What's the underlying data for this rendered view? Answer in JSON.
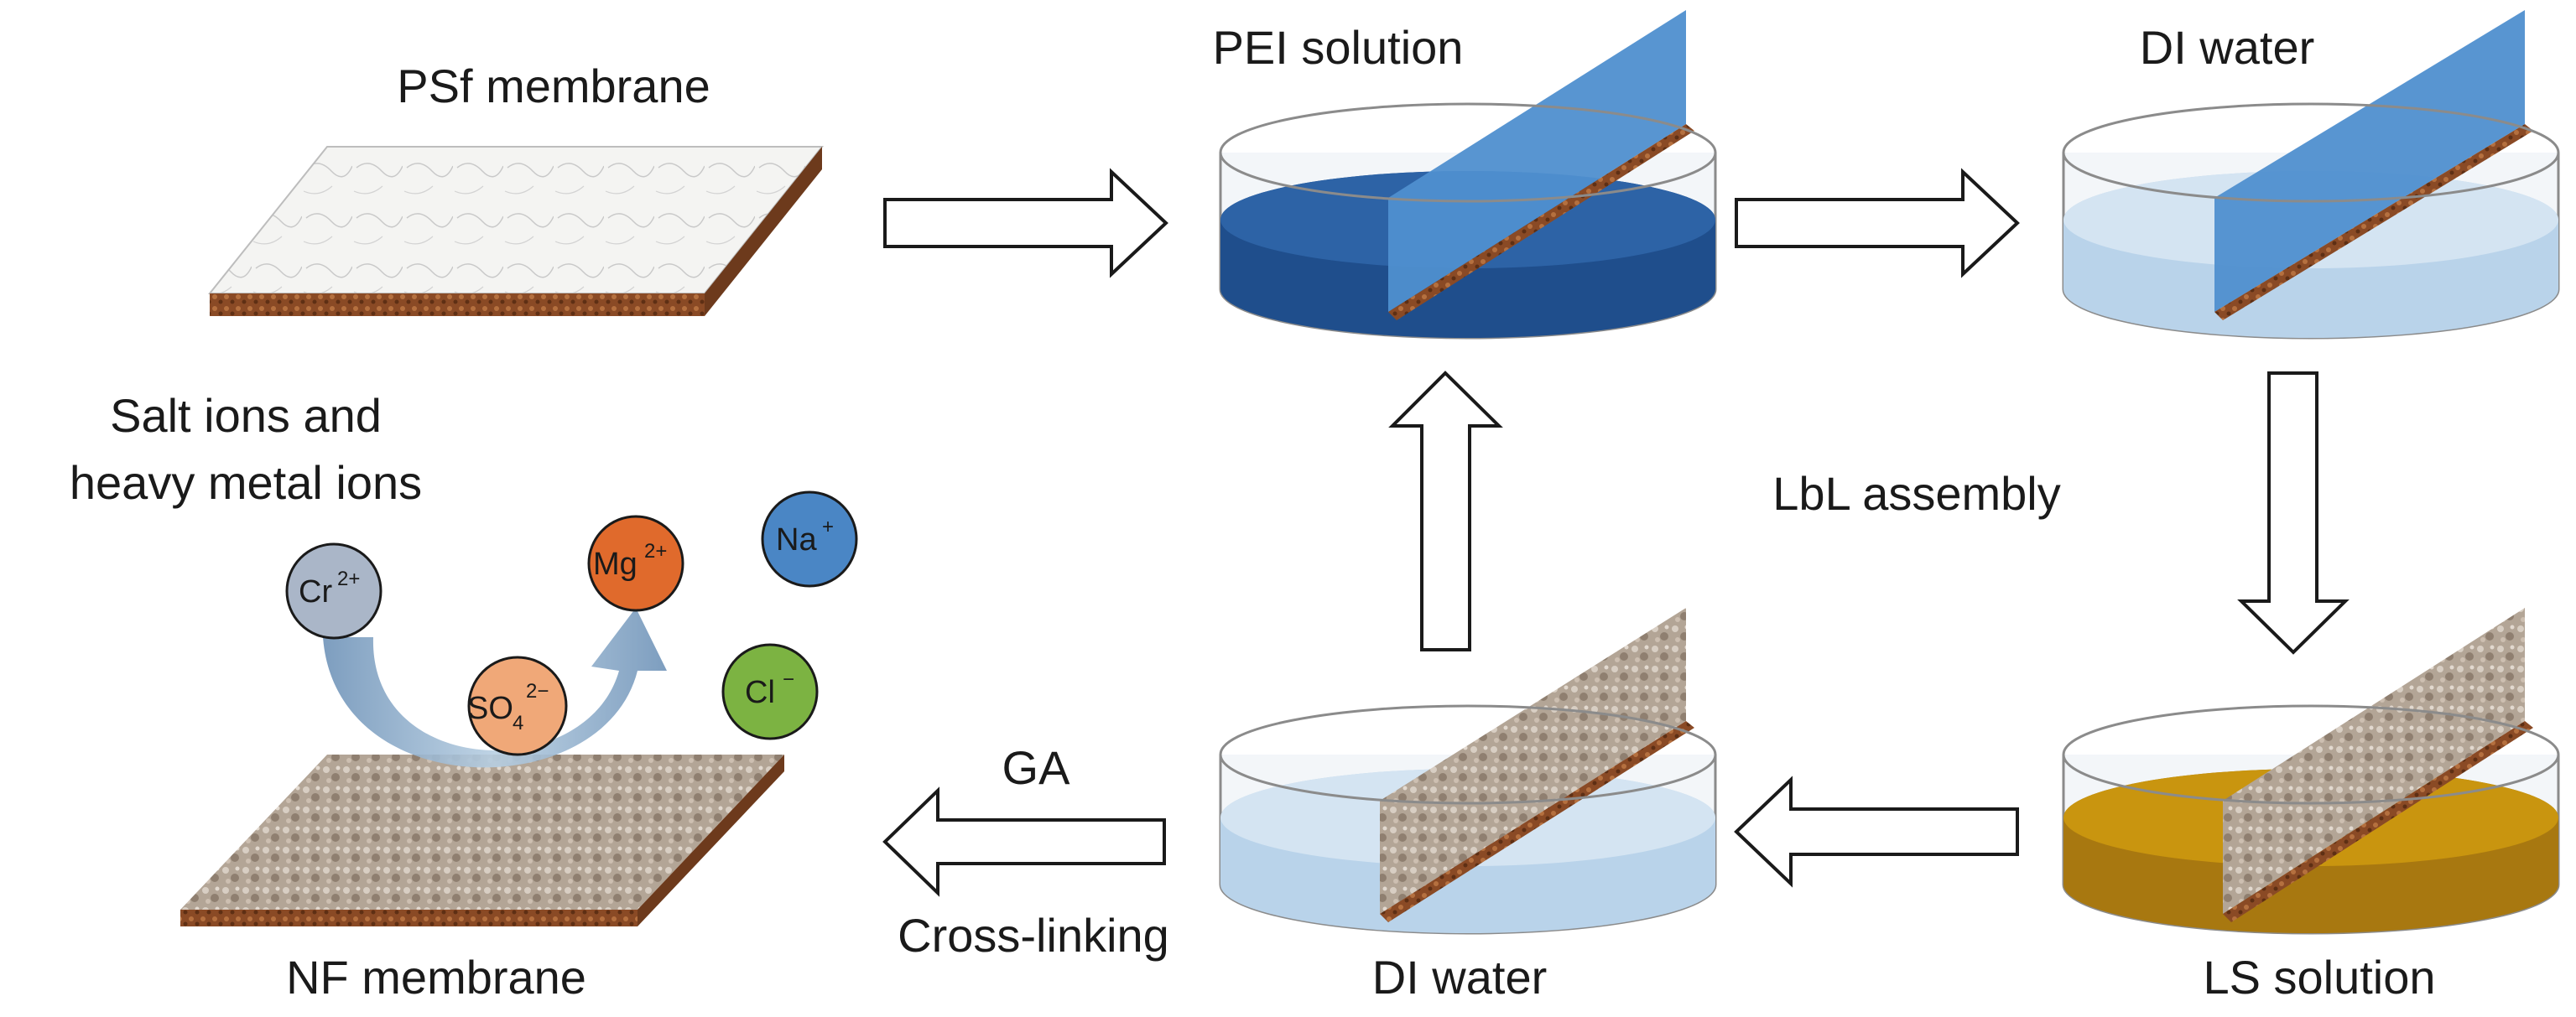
{
  "labels": {
    "psf_membrane": "PSf membrane",
    "pei_solution": "PEI solution",
    "di_water_top": "DI water",
    "lbl_assembly": "LbL assembly",
    "ls_solution": "LS solution",
    "di_water_bottom": "DI water",
    "ga": "GA",
    "cross_linking": "Cross-linking",
    "nf_membrane": "NF membrane",
    "salt_ions_line1": "Salt ions and",
    "salt_ions_line2": "heavy metal ions"
  },
  "ions": [
    {
      "base": "Cr",
      "sub": "",
      "charge": "2+",
      "color": "#aab6c8"
    },
    {
      "base": "Mg",
      "sub": "",
      "charge": "2+",
      "color": "#e06a2c"
    },
    {
      "base": "Na",
      "sub": "",
      "charge": "+",
      "color": "#4a86c5"
    },
    {
      "base": "SO",
      "sub": "4",
      "charge": "2−",
      "color": "#f0a878"
    },
    {
      "base": "Cl",
      "sub": "",
      "charge": "−",
      "color": "#7cb342"
    }
  ],
  "colors": {
    "pei_liquid": "#1f4e8c",
    "water_liquid": "#b9d3ea",
    "ls_liquid": "#b8860b",
    "membrane_white": "#f4f4f2",
    "membrane_blue": "#4f8fcf",
    "membrane_speckled": "#b3a596",
    "membrane_edge": "#8a4a25"
  }
}
